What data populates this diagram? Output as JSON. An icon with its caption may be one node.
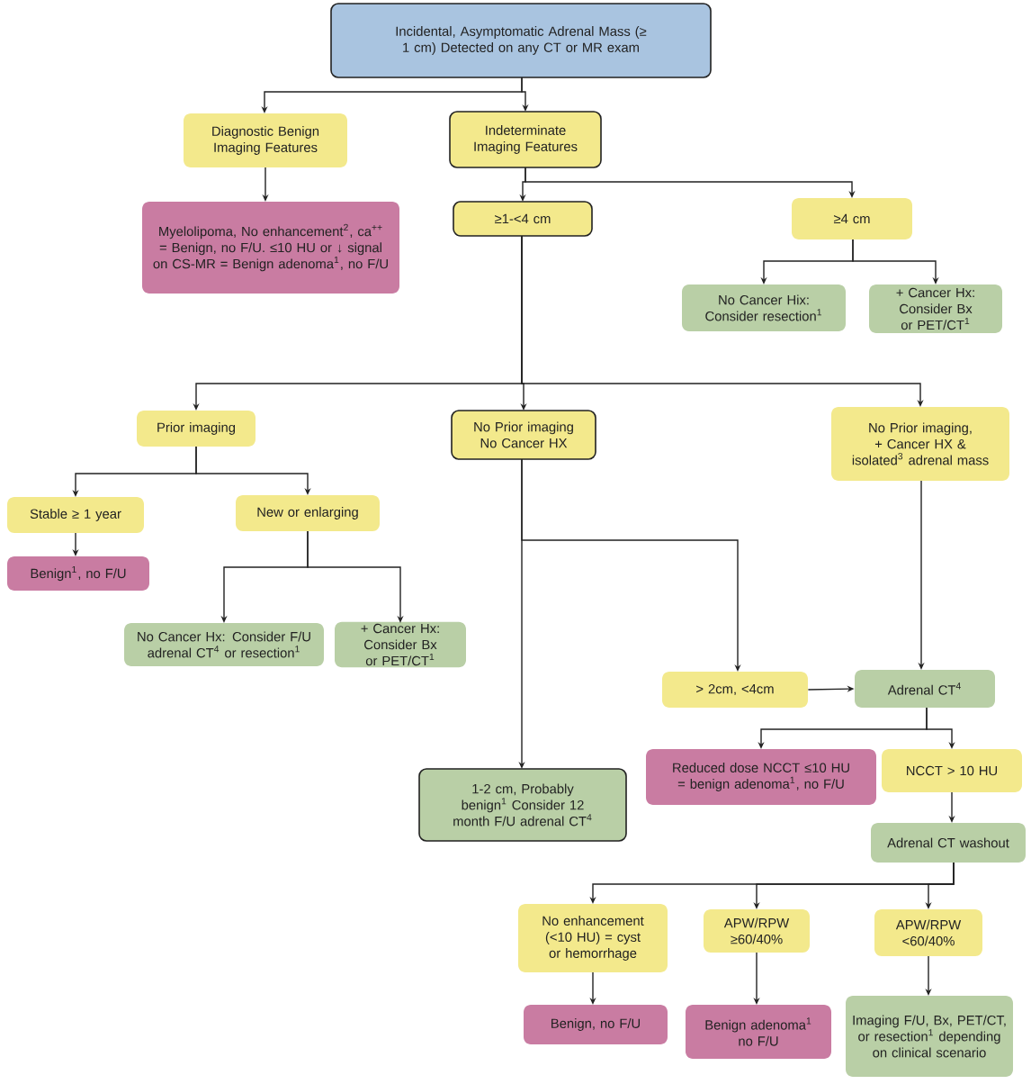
{
  "diagram": {
    "nodes": [
      {
        "text": [
          "Incidental, Asymptomatic Adrenal Mass (≥ 1 cm) Detected on any CT or MR exam"
        ]
      },
      {
        "text": [
          "Diagnostic Benign Imaging Features"
        ]
      },
      {
        "text": [
          "Indeterminate Imaging Features"
        ]
      },
      {
        "text": [
          "Myelolipoma, No enhancement$^{2}$, ca$^{++}$ = Benign, no F/U. ≤10 HU or ↓ signal on CS-MR = Benign adenoma$^{1}$, no F/U"
        ]
      },
      {
        "text": [
          "≥1-<4 cm"
        ]
      },
      {
        "text": [
          "≥4 cm"
        ]
      },
      {
        "text": [
          "No Cancer Hix: Consider resection$^{1}$"
        ]
      },
      {
        "text": [
          "+ Cancer Hx: Consider Bx or PET/CT$^{1}$"
        ]
      },
      {
        "text": [
          "Prior imaging"
        ]
      },
      {
        "text": [
          "No Prior imaging No Cancer HX"
        ]
      },
      {
        "text": [
          "No Prior imaging, + Cancer HX & isolated$^{3}$ adrenal mass"
        ]
      },
      {
        "text": [
          "Stable ≥ 1 year"
        ]
      },
      {
        "text": [
          "New or enlarging"
        ]
      },
      {
        "text": [
          "Benign$^{1}$, no F/U"
        ]
      },
      {
        "text": [
          "No Cancer Hx: Consider F/U adrenal CT$^{4}$ or resection$^{1}$"
        ]
      },
      {
        "text": [
          "+ Cancer Hx: Consider Bx or PET/CT$^{1}$"
        ]
      },
      {
        "text": [
          "> 2cm, <4cm"
        ]
      },
      {
        "text": [
          "Adrenal CT$^{4}$"
        ]
      },
      {
        "text": [
          "1-2 cm, Probably benign$^{1}$ Consider 12 month F/U adrenal CT$^{4}$"
        ]
      },
      {
        "text": [
          "Reduced dose NCCT ≤10 HU = benign adenoma$^{1}$, no F/U"
        ]
      },
      {
        "text": [
          "NCCT > 10 HU"
        ]
      },
      {
        "text": [
          "Adrenal CT washout"
        ]
      },
      {
        "text": [
          "No enhancement (<10 HU) = cyst or hemorrhage"
        ]
      },
      {
        "text": [
          "APW/RPW ≥60/40%"
        ]
      },
      {
        "text": [
          "APW/RPW <60/40%"
        ]
      },
      {
        "text": [
          "Benign, no F/U"
        ]
      },
      {
        "text": [
          "Benign adenoma$^{1}$ no F/U"
        ]
      },
      {
        "text": [
          "Imaging F/U, Bx, PET/CT, or resection$^{1}$ depending on clinical scenario"
        ]
      }
    ],
    "edges": [
      {
        "from": 0,
        "to": 1,
        "arrow": "to"
      },
      {
        "from": 0,
        "to": 2,
        "arrow": "to"
      },
      {
        "from": 1,
        "to": 3,
        "arrow": "to"
      },
      {
        "from": 2,
        "to": 4,
        "arrow": "to"
      },
      {
        "from": 2,
        "to": 5,
        "arrow": "to"
      },
      {
        "from": 5,
        "to": 6,
        "arrow": "to"
      },
      {
        "from": 5,
        "to": 7,
        "arrow": "to"
      },
      {
        "from": 4,
        "to": 8,
        "arrow": "to"
      },
      {
        "from": 4,
        "to": 9,
        "arrow": "to"
      },
      {
        "from": 4,
        "to": 10,
        "arrow": "to"
      },
      {
        "from": 8,
        "to": 11,
        "arrow": "to"
      },
      {
        "from": 8,
        "to": 12,
        "arrow": "to"
      },
      {
        "from": 11,
        "to": 13,
        "arrow": "to"
      },
      {
        "from": 12,
        "to": 14,
        "arrow": "to"
      },
      {
        "from": 12,
        "to": 15,
        "arrow": "to"
      },
      {
        "from": 9,
        "to": 16,
        "arrow": "to"
      },
      {
        "from": 9,
        "to": 18,
        "arrow": "to"
      },
      {
        "from": 10,
        "to": 17,
        "arrow": "to"
      },
      {
        "from": 16,
        "to": 17,
        "arrow": "to"
      },
      {
        "from": 17,
        "to": 19,
        "arrow": "to"
      },
      {
        "from": 17,
        "to": 20,
        "arrow": "to"
      },
      {
        "from": 20,
        "to": 21,
        "arrow": "to"
      },
      {
        "from": 21,
        "to": 22,
        "arrow": "to"
      },
      {
        "from": 21,
        "to": 23,
        "arrow": "to"
      },
      {
        "from": 21,
        "to": 24,
        "arrow": "to"
      },
      {
        "from": 22,
        "to": 25,
        "arrow": "to"
      },
      {
        "from": 23,
        "to": 26,
        "arrow": "to"
      },
      {
        "from": 24,
        "to": 27,
        "arrow": "to"
      }
    ]
  }
}
